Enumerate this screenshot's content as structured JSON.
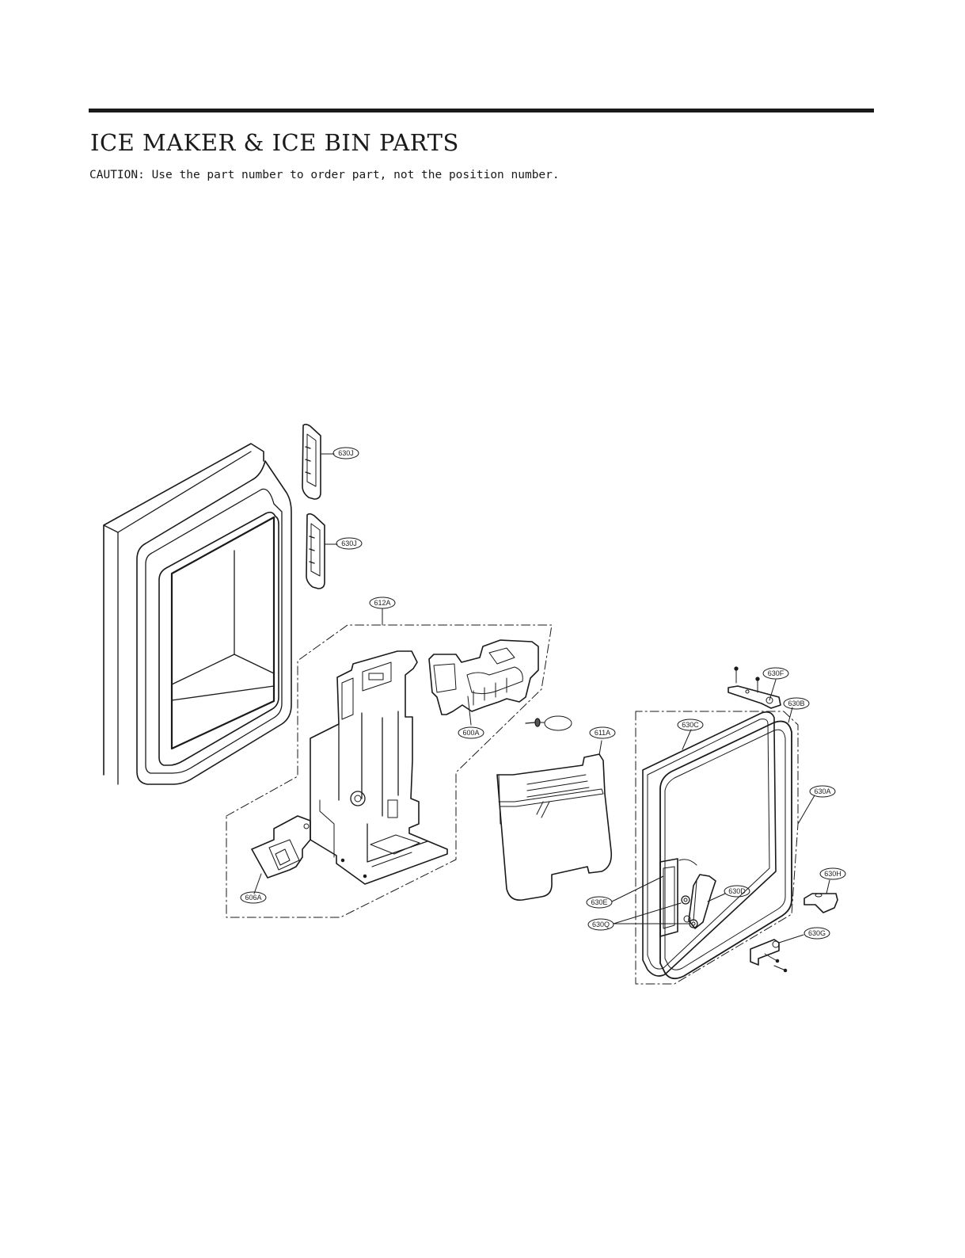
{
  "header": {
    "title": "ICE MAKER & ICE BIN PARTS",
    "caution": "CAUTION: Use the part number to order part, not the position number."
  },
  "diagram": {
    "callouts": [
      {
        "id": "630J-upper",
        "label": "630J"
      },
      {
        "id": "630J-lower",
        "label": "630J"
      },
      {
        "id": "612A",
        "label": "612A"
      },
      {
        "id": "600A",
        "label": "600A"
      },
      {
        "id": "blank",
        "label": ""
      },
      {
        "id": "611A",
        "label": "611A"
      },
      {
        "id": "606A",
        "label": "606A"
      },
      {
        "id": "630F",
        "label": "630F"
      },
      {
        "id": "630B",
        "label": "630B"
      },
      {
        "id": "630C",
        "label": "630C"
      },
      {
        "id": "630A",
        "label": "630A"
      },
      {
        "id": "630H",
        "label": "630H"
      },
      {
        "id": "630D",
        "label": "630D"
      },
      {
        "id": "630E",
        "label": "630E"
      },
      {
        "id": "630Q",
        "label": "630Q"
      },
      {
        "id": "630G",
        "label": "630G"
      }
    ]
  }
}
